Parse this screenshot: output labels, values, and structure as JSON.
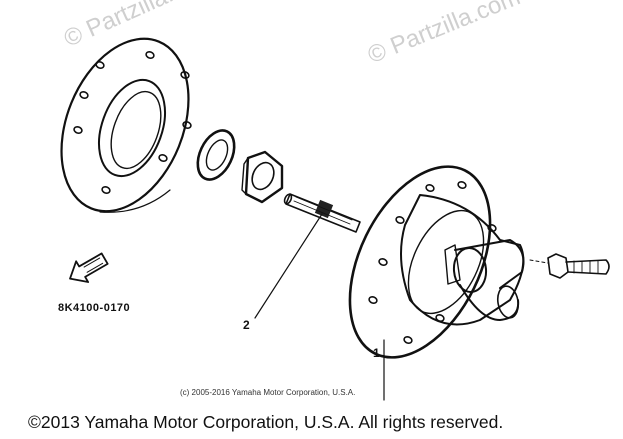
{
  "watermarks": [
    "© Partzilla.com",
    "© Partzilla.com"
  ],
  "part_code": "8K4100-0170",
  "callouts": {
    "c1": "1",
    "c2": "2"
  },
  "diagram_copyright": "(c) 2005-2016 Yamaha Motor Corporation, U.S.A.",
  "footer_copyright": "©2013 Yamaha Motor Corporation, U.S.A. All rights reserved.",
  "colors": {
    "line": "#111111",
    "watermark": "#cfcfcf"
  }
}
